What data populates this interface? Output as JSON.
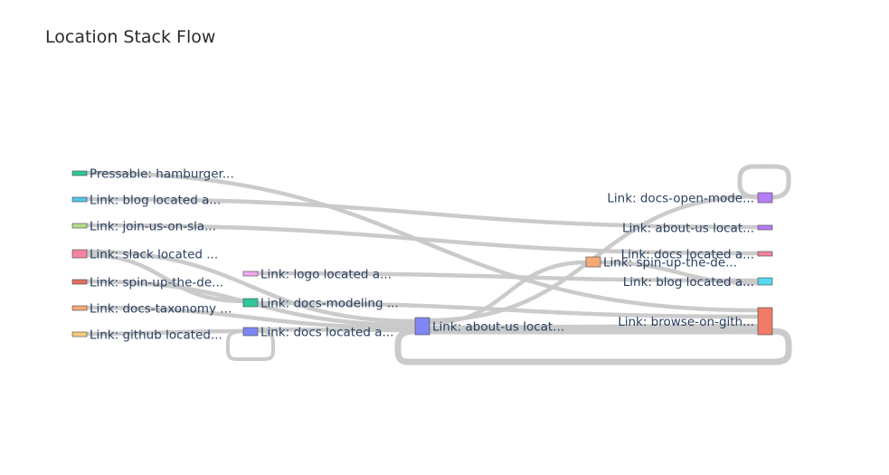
{
  "title": "Location Stack Flow",
  "chart_data": {
    "type": "sankey",
    "title": "Location Stack Flow",
    "nodes": [
      {
        "id": "n0",
        "label": "Pressable: hamburger...",
        "color": "#2fc79b"
      },
      {
        "id": "n1",
        "label": "Link: blog located a...",
        "color": "#55c6e8"
      },
      {
        "id": "n2",
        "label": "Link: join-us-on-sla...",
        "color": "#b5e08a"
      },
      {
        "id": "n3",
        "label": "Link: slack located ...",
        "color": "#f4849f"
      },
      {
        "id": "n4",
        "label": "Link: spin-up-the-de...",
        "color": "#e36f63"
      },
      {
        "id": "n5",
        "label": "Link: docs-taxonomy ...",
        "color": "#f5aa76"
      },
      {
        "id": "n6",
        "label": "Link: github located...",
        "color": "#f7cc7d"
      },
      {
        "id": "n7",
        "label": "Link: logo located a...",
        "color": "#f3a9f2"
      },
      {
        "id": "n8",
        "label": "Link: docs-modeling ...",
        "color": "#2fc79b"
      },
      {
        "id": "n9",
        "label": "Link: docs located a...",
        "color": "#7f87f2"
      },
      {
        "id": "n10",
        "label": "Link: about-us locat...",
        "color": "#7f87f2"
      },
      {
        "id": "n11",
        "label": "Link: spin-up-the-de...",
        "color": "#f5aa76"
      },
      {
        "id": "n12",
        "label": "Link: docs-open-mode...",
        "color": "#b47ef5"
      },
      {
        "id": "n13",
        "label": "Link: about-us locat...",
        "color": "#b47ef5"
      },
      {
        "id": "n14",
        "label": "Link: docs located a...",
        "color": "#f4849f"
      },
      {
        "id": "n15",
        "label": "Link: blog located a...",
        "color": "#55d9ec"
      },
      {
        "id": "n16",
        "label": "Link: browse-on-gith...",
        "color": "#f07c68"
      }
    ],
    "links": [
      {
        "source": "n0",
        "target": "n16",
        "value": 1
      },
      {
        "source": "n1",
        "target": "n13",
        "value": 1
      },
      {
        "source": "n2",
        "target": "n14",
        "value": 1
      },
      {
        "source": "n3",
        "target": "n10",
        "value": 1
      },
      {
        "source": "n3",
        "target": "n8",
        "value": 1
      },
      {
        "source": "n4",
        "target": "n10",
        "value": 1
      },
      {
        "source": "n5",
        "target": "n10",
        "value": 1
      },
      {
        "source": "n6",
        "target": "n9",
        "value": 1
      },
      {
        "source": "n7",
        "target": "n15",
        "value": 1
      },
      {
        "source": "n8",
        "target": "n16",
        "value": 1
      },
      {
        "source": "n9",
        "target": "n10",
        "value": 1
      },
      {
        "source": "n9",
        "target": "n9",
        "value": 1
      },
      {
        "source": "n10",
        "target": "n12",
        "value": 1
      },
      {
        "source": "n10",
        "target": "n11",
        "value": 1
      },
      {
        "source": "n10",
        "target": "n16",
        "value": 1
      },
      {
        "source": "n10",
        "target": "n10",
        "value": 2
      },
      {
        "source": "n11",
        "target": "n15",
        "value": 1
      },
      {
        "source": "n12",
        "target": "n12",
        "value": 1
      }
    ]
  }
}
